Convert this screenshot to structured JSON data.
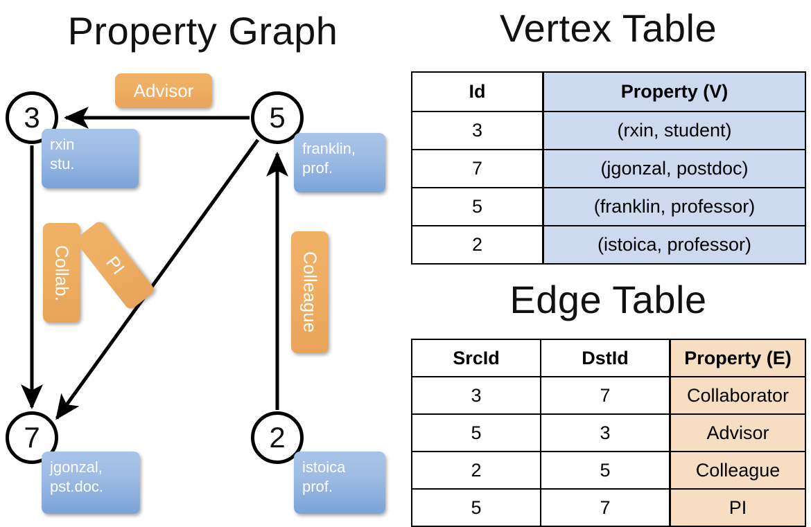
{
  "titles": {
    "property_graph": "Property Graph",
    "vertex_table": "Vertex Table",
    "edge_table": "Edge Table"
  },
  "graph": {
    "nodes": [
      {
        "id": "3",
        "property": "rxin\nstu.",
        "prop_line1": "rxin",
        "prop_line2": "stu."
      },
      {
        "id": "5",
        "property": "franklin,\nprof.",
        "prop_line1": "franklin,",
        "prop_line2": "prof."
      },
      {
        "id": "7",
        "property": "jgonzal,\npst.doc.",
        "prop_line1": "jgonzal,",
        "prop_line2": "pst.doc."
      },
      {
        "id": "2",
        "property": "istoica\nprof.",
        "prop_line1": "istoica",
        "prop_line2": "prof."
      }
    ],
    "edge_labels": {
      "advisor": "Advisor",
      "collab": "Collab.",
      "pi": "PI",
      "colleague": "Colleague"
    },
    "colors": {
      "vertex_box": "#9dbbe4",
      "edge_box": "#eeae63",
      "node_stroke": "#000000",
      "arrow": "#000000"
    }
  },
  "vertex_table": {
    "columns": [
      "Id",
      "Property (V)"
    ],
    "rows": [
      {
        "id": "3",
        "property": "(rxin, student)"
      },
      {
        "id": "7",
        "property": "(jgonzal, postdoc)"
      },
      {
        "id": "5",
        "property": "(franklin, professor)"
      },
      {
        "id": "2",
        "property": "(istoica, professor)"
      }
    ],
    "value_fill": "#ccd9ef"
  },
  "edge_table": {
    "columns": [
      "SrcId",
      "DstId",
      "Property (E)"
    ],
    "rows": [
      {
        "src": "3",
        "dst": "7",
        "property": "Collaborator"
      },
      {
        "src": "5",
        "dst": "3",
        "property": "Advisor"
      },
      {
        "src": "2",
        "dst": "5",
        "property": "Colleague"
      },
      {
        "src": "5",
        "dst": "7",
        "property": "PI"
      }
    ],
    "value_fill": "#f7ddc2"
  }
}
